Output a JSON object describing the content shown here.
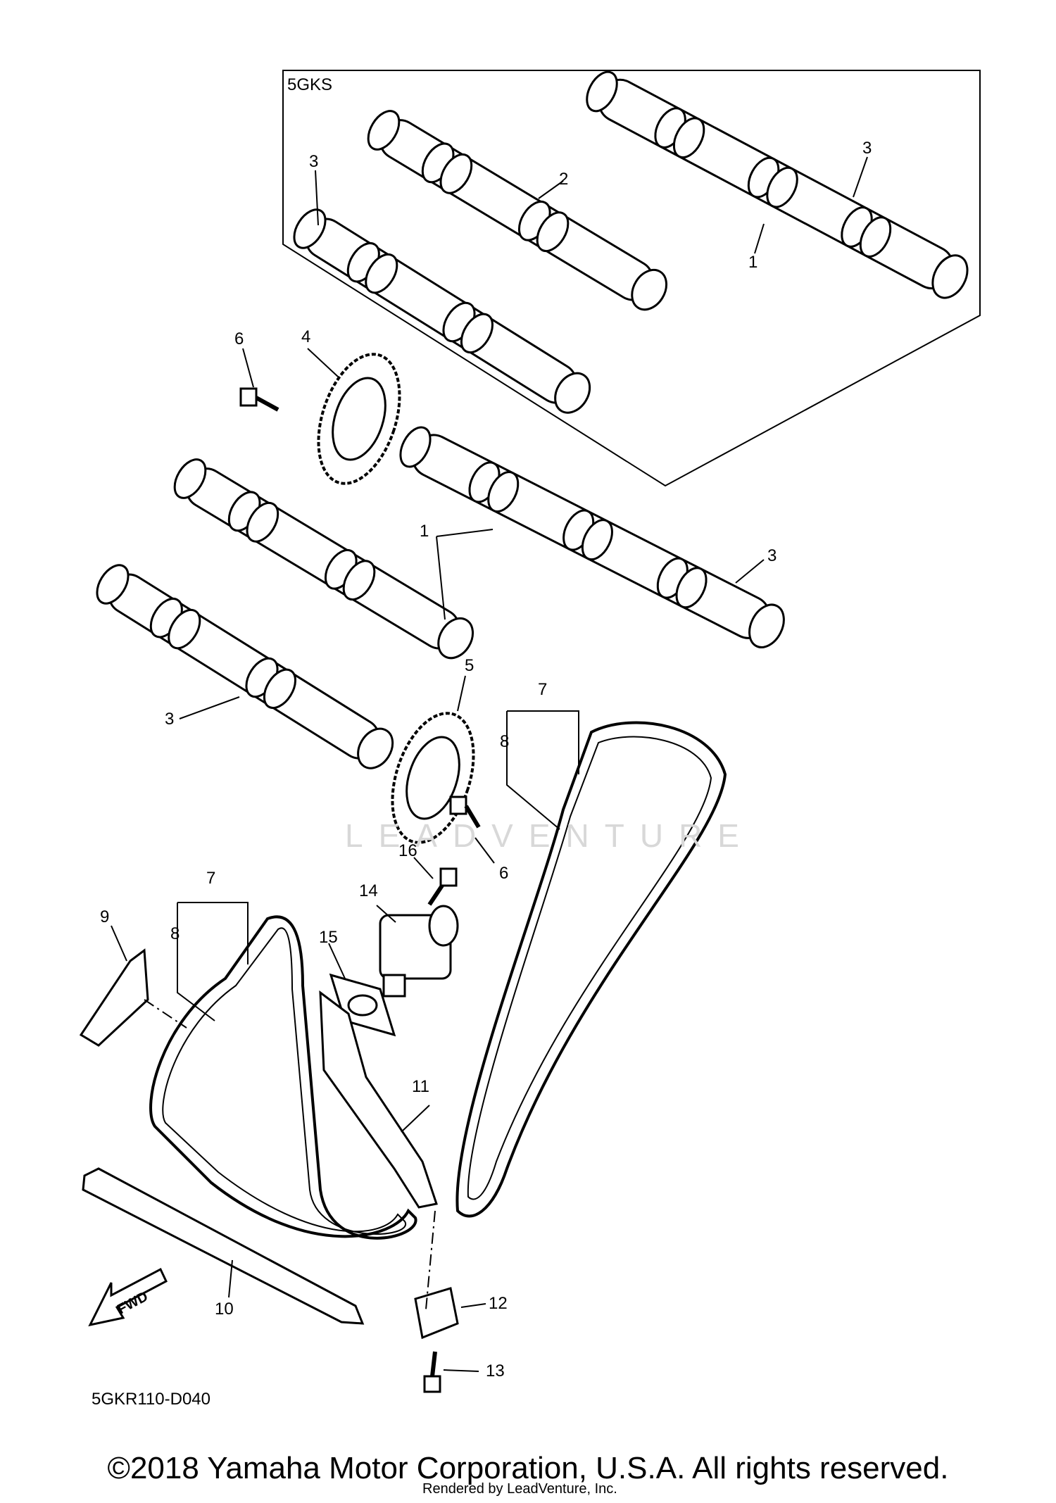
{
  "kit_label": "5GKS",
  "diagram_code": "5GKR110-D040",
  "fwd_label": "FWD",
  "watermark": "LEADVENTURE",
  "copyright": "©2018 Yamaha Motor Corporation, U.S.A. All rights reserved.",
  "rendered_by": "Rendered by LeadVenture, Inc.",
  "callouts": [
    {
      "id": "kit-3-left",
      "label": "3"
    },
    {
      "id": "kit-2",
      "label": "2"
    },
    {
      "id": "kit-3-right",
      "label": "3"
    },
    {
      "id": "kit-1",
      "label": "1"
    },
    {
      "id": "bolt-6-top",
      "label": "6"
    },
    {
      "id": "sprocket-4",
      "label": "4"
    },
    {
      "id": "cam-1",
      "label": "1"
    },
    {
      "id": "cam-3-right",
      "label": "3"
    },
    {
      "id": "cam-3-left",
      "label": "3"
    },
    {
      "id": "sprocket-5",
      "label": "5"
    },
    {
      "id": "chain-7-right",
      "label": "7"
    },
    {
      "id": "link-8-right",
      "label": "8"
    },
    {
      "id": "bolt-6-mid",
      "label": "6"
    },
    {
      "id": "bolt-16",
      "label": "16"
    },
    {
      "id": "chain-7-left",
      "label": "7"
    },
    {
      "id": "tensioner-14",
      "label": "14"
    },
    {
      "id": "guide-9",
      "label": "9"
    },
    {
      "id": "link-8-left",
      "label": "8"
    },
    {
      "id": "gasket-15",
      "label": "15"
    },
    {
      "id": "guide-11",
      "label": "11"
    },
    {
      "id": "stopper-12",
      "label": "12"
    },
    {
      "id": "guide-10",
      "label": "10"
    },
    {
      "id": "bolt-13",
      "label": "13"
    }
  ]
}
